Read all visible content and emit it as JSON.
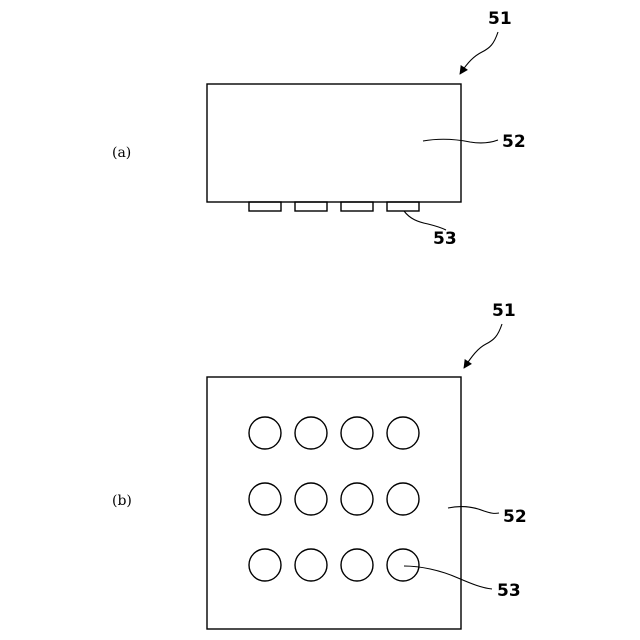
{
  "figure_a": {
    "label": "(a)",
    "ref_body": "51",
    "ref_top": "52",
    "ref_bumps": "53"
  },
  "figure_b": {
    "label": "(b)",
    "ref_body": "51",
    "ref_top": "52",
    "ref_bumps": "53",
    "grid": {
      "rows": 3,
      "cols": 4
    }
  }
}
